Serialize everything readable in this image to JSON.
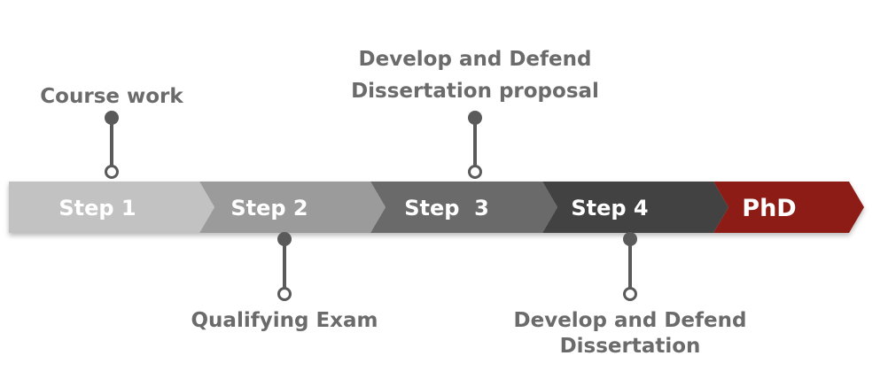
{
  "steps": [
    {
      "label": "Step 1",
      "color": "#c2c2c2"
    },
    {
      "label": "Step 2",
      "color": "#9b9b9b"
    },
    {
      "label": "Step  3",
      "color": "#6a6a6a"
    },
    {
      "label": "Step 4",
      "color": "#434343"
    }
  ],
  "goal": {
    "label": "PhD",
    "color": "#8e1c15"
  },
  "milestones": {
    "course_work": {
      "lines": [
        "Course work"
      ]
    },
    "qualifying_exam": {
      "lines": [
        "Qualifying Exam"
      ]
    },
    "proposal": {
      "lines": [
        "Develop and Defend",
        "Dissertation proposal"
      ]
    },
    "dissertation": {
      "lines": [
        "Develop and Defend",
        "Dissertation"
      ]
    }
  },
  "colors": {
    "pin": "#5a5a5a",
    "label_text": "#6b6b6b"
  }
}
